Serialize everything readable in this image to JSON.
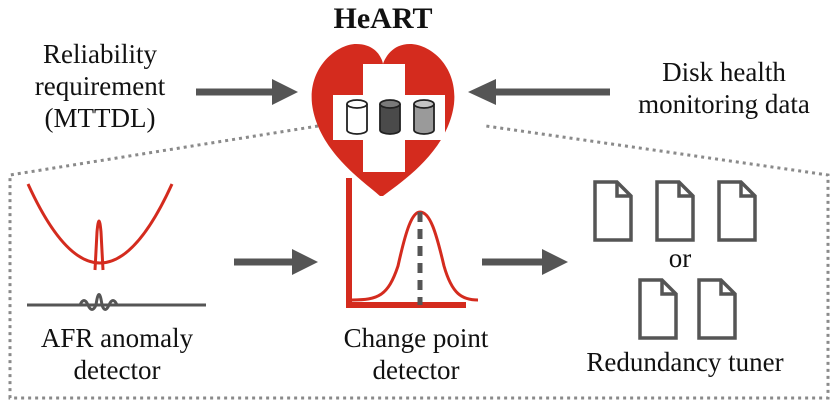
{
  "title": "HeART",
  "inputs": {
    "reliability": [
      "Reliability",
      "requirement",
      "(MTTDL)"
    ],
    "disk_health": [
      "Disk health",
      "monitoring data"
    ]
  },
  "components": {
    "afr_detector": [
      "AFR anomaly",
      "detector"
    ],
    "change_point": [
      "Change point",
      "detector"
    ],
    "redundancy_tuner": {
      "label": "Redundancy tuner",
      "or_text": "or",
      "option_a_pages": 3,
      "option_b_pages": 2
    }
  },
  "colors": {
    "heart_red": "#d42b1e",
    "arrow_gray": "#555555",
    "curve_red": "#d42b1e",
    "dark_gray": "#555555",
    "border_gray": "#8a8a8a"
  }
}
